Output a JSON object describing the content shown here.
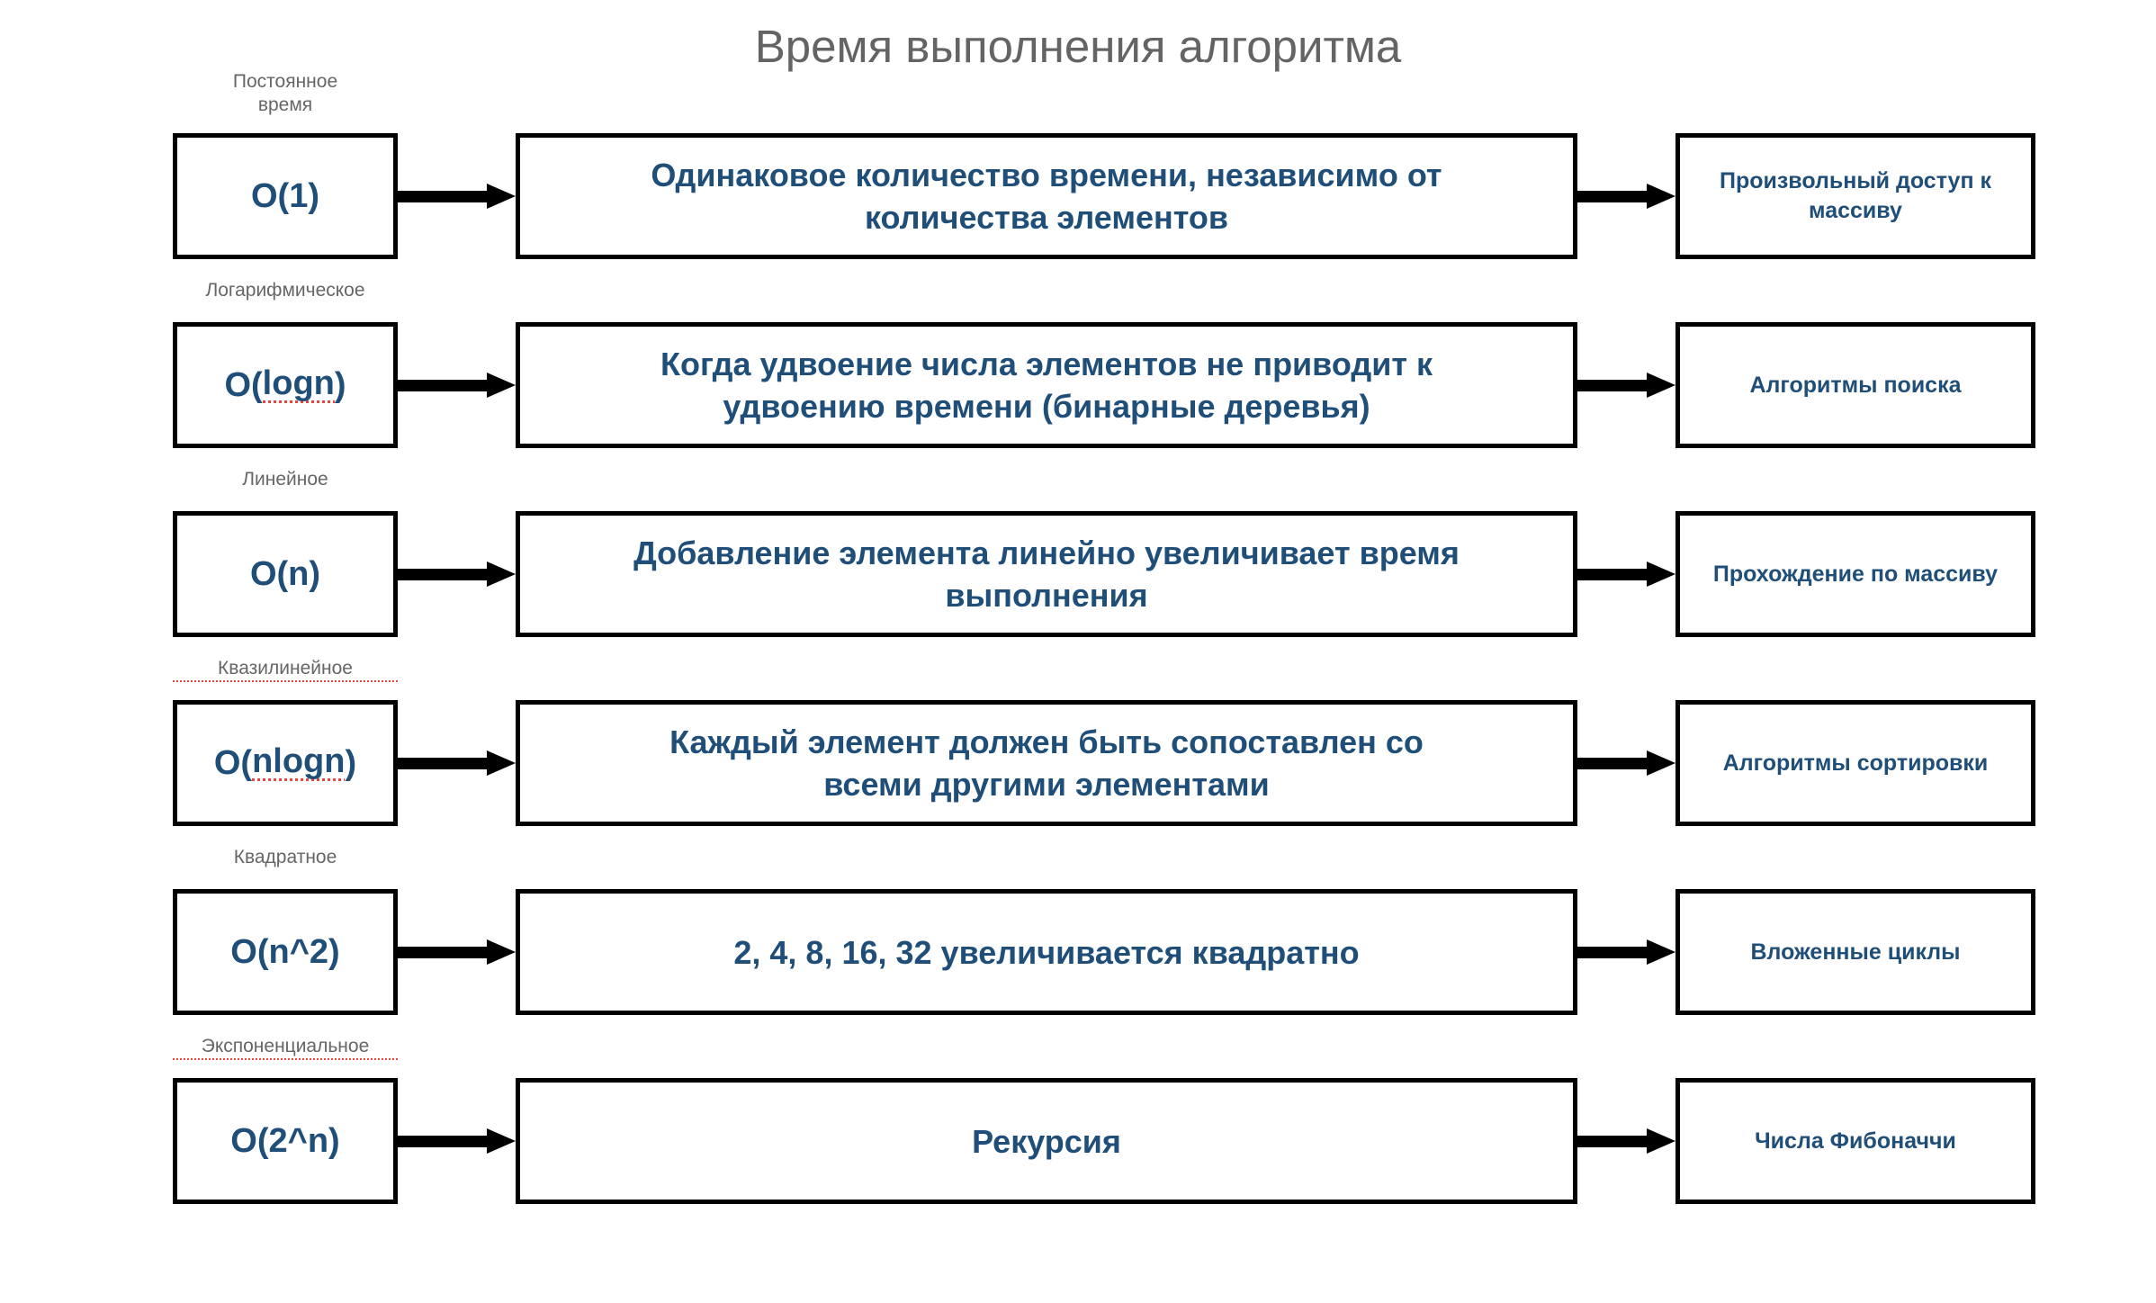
{
  "title": "Время выполнения алгоритма",
  "colors": {
    "title": "#646464",
    "box_text": "#1f4e79",
    "box_border": "#000000",
    "label": "#666666",
    "spellcheck_underline": "#e8453c",
    "background": "#ffffff"
  },
  "rows": [
    {
      "category": "Постоянное время",
      "category_lines": [
        "Постоянное",
        "время"
      ],
      "category_misspelled": false,
      "complexity": "O(1)",
      "complexity_prefix": "O(1)",
      "complexity_squiggle": "",
      "complexity_suffix": "",
      "description_lines": [
        "Одинаковое количество времени, независимо от",
        "количества элементов"
      ],
      "example_lines": [
        "Произвольный доступ к",
        "массиву"
      ]
    },
    {
      "category": "Логарифмическое",
      "category_lines": [
        "Логарифмическое"
      ],
      "category_misspelled": false,
      "complexity": "O(logn)",
      "complexity_prefix": "O(",
      "complexity_squiggle": "logn",
      "complexity_suffix": ")",
      "description_lines": [
        "Когда удвоение числа элементов не приводит к",
        "удвоению времени (бинарные деревья)"
      ],
      "example_lines": [
        "Алгоритмы поиска"
      ]
    },
    {
      "category": "Линейное",
      "category_lines": [
        "Линейное"
      ],
      "category_misspelled": false,
      "complexity": "O(n)",
      "complexity_prefix": "O(n)",
      "complexity_squiggle": "",
      "complexity_suffix": "",
      "description_lines": [
        "Добавление элемента линейно увеличивает время",
        "выполнения"
      ],
      "example_lines": [
        "Прохождение по массиву"
      ]
    },
    {
      "category": "Квазилинейное",
      "category_lines": [
        "Квазилинейное"
      ],
      "category_misspelled": true,
      "complexity": "O(nlogn)",
      "complexity_prefix": "O(",
      "complexity_squiggle": "nlogn",
      "complexity_suffix": ")",
      "description_lines": [
        "Каждый элемент должен быть сопоставлен со",
        "всеми другими элементами"
      ],
      "example_lines": [
        "Алгоритмы сортировки"
      ]
    },
    {
      "category": "Квадратное",
      "category_lines": [
        "Квадратное"
      ],
      "category_misspelled": false,
      "complexity": "O(n^2)",
      "complexity_prefix": "O(n^2)",
      "complexity_squiggle": "",
      "complexity_suffix": "",
      "description_lines": [
        "2, 4, 8, 16, 32 увеличивается квадратно"
      ],
      "example_lines": [
        "Вложенные циклы"
      ]
    },
    {
      "category": "Экспоненциальное",
      "category_lines": [
        "Экспоненциальное"
      ],
      "category_misspelled": true,
      "complexity": "O(2^n)",
      "complexity_prefix": "O(2^n)",
      "complexity_squiggle": "",
      "complexity_suffix": "",
      "description_lines": [
        "Рекурсия"
      ],
      "example_lines": [
        "Числа Фибоначчи"
      ]
    }
  ]
}
